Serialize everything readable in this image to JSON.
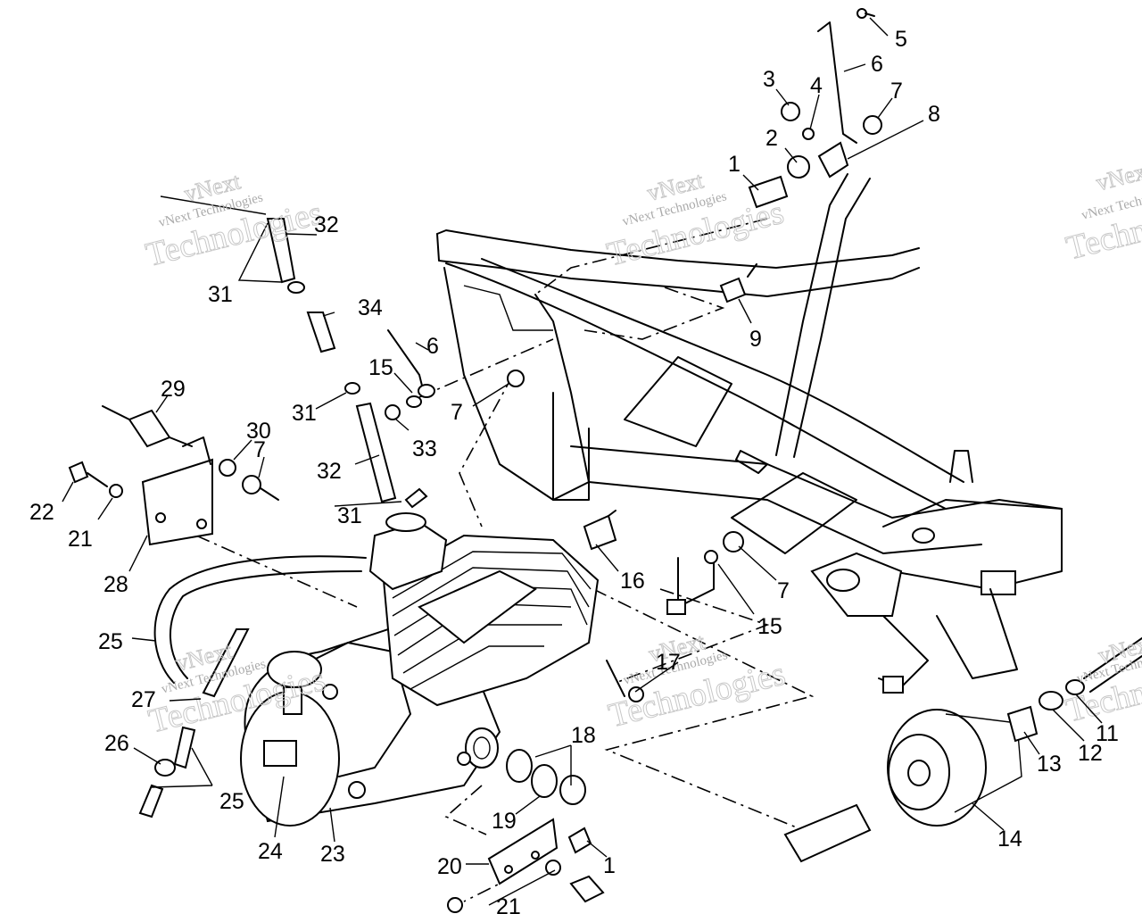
{
  "watermark": {
    "brand_line": "vNext Technologies",
    "brand_big": "Technologies",
    "brand_top": "vNext"
  },
  "labels": {
    "l1a": "1",
    "l1b": "1",
    "l2": "2",
    "l3": "3",
    "l4": "4",
    "l5": "5",
    "l6a": "6",
    "l6b": "6",
    "l7a": "7",
    "l7b": "7",
    "l7c": "7",
    "l7d": "7",
    "l8": "8",
    "l9": "9",
    "l11": "11",
    "l12": "12",
    "l13": "13",
    "l14": "14",
    "l15a": "15",
    "l15b": "15",
    "l16": "16",
    "l17": "17",
    "l18": "18",
    "l19": "19",
    "l20": "20",
    "l21a": "21",
    "l21b": "21",
    "l22": "22",
    "l23": "23",
    "l24": "24",
    "l25a": "25",
    "l25b": "25",
    "l26": "26",
    "l27": "27",
    "l28": "28",
    "l29": "29",
    "l30": "30",
    "l31a": "31",
    "l31b": "31",
    "l31c": "31",
    "l32a": "32",
    "l32b": "32",
    "l33": "33",
    "l34": "34"
  }
}
